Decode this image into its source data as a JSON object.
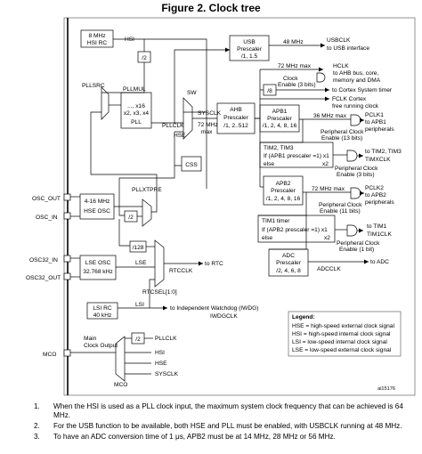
{
  "title": "Figure 2. Clock tree",
  "labels": {
    "hsi_rc_1": "8 MHz",
    "hsi_rc_2": "HSI RC",
    "hsi": "HSI",
    "div2_top": "/2",
    "usb_presc_1": "USB",
    "usb_presc_2": "Prescaler",
    "usb_presc_3": "/1, 1.5",
    "mhz48": "48 MHz",
    "usbclk": "USBCLK",
    "usb_iface": "to USB interface",
    "mhz72max_top": "72 MHz max",
    "hclk_1": "HCLK",
    "hclk_2": "to AHB bus, core,",
    "hclk_3": "memory and DMA",
    "clock_enable_3": "Clock",
    "clock_enable_3b": "Enable (3 bits)",
    "div8": "/8",
    "systimer": "to Cortex System timer",
    "fclk_1": "FCLK Cortex",
    "fclk_2": "free running clock",
    "pllsrc": "PLLSRC",
    "pllmul_1": "PLLMUL",
    "pllmul_2": "..., x16",
    "pllmul_3": "x2, x3, x4",
    "pllmul_4": "PLL",
    "sw": "SW",
    "sysclk": "SYSCLK",
    "pllclk": "PLLCLK",
    "hse": "HSE",
    "mhz72max_mid": "72 MHz",
    "max": "max",
    "ahb_1": "AHB",
    "ahb_2": "Prescaler",
    "ahb_3": "/1, 2..512",
    "apb1_1": "APB1",
    "apb1_2": "Prescaler",
    "apb1_3": "/1, 2, 4, 8, 16",
    "mhz36max": "36 MHz max",
    "pclk1_1": "PCLK1",
    "pclk1_2": "to APB1",
    "pclk1_3": "peripherals",
    "periph_en_13_1": "Peripheral Clock",
    "periph_en_13_2": "Enable (13 bits)",
    "tim23_1": "TIM2, TIM3",
    "tim23_2": "If (APB1 prescaler =1) x1",
    "tim23_3": "else",
    "tim23_x2": "x2",
    "tim23_out_1": "to TIM2, TIM3",
    "tim23_out_2": "TIMXCLK",
    "periph_en_3_1": "Peripheral Clock",
    "periph_en_3_2": "Enable (3 bits)",
    "css": "CSS",
    "osc_out": "OSC_OUT",
    "osc_in": "OSC_IN",
    "hse_osc_1": "4-16 MHz",
    "hse_osc_2": "HSE OSC",
    "pllxtpre": "PLLXTPRE",
    "div2_mid": "/2",
    "apb2_1": "APB2",
    "apb2_2": "Prescaler",
    "apb2_3": "/1, 2, 4, 8, 16",
    "mhz72max_apb2": "72 MHz max",
    "pclk2_1": "PCLK2",
    "pclk2_2": "to APB2",
    "pclk2_3": "peripherals",
    "periph_en_11_1": "Peripheral Clock",
    "periph_en_11_2": "Enable (11 bits)",
    "tim1_1": "TIM1 timer",
    "tim1_2": "If (APB2 prescaler =1) x1",
    "tim1_3": "else",
    "tim1_x2": "x2",
    "tim1_out_1": "to TIM1",
    "tim1_out_2": "TIM1CLK",
    "periph_en_1_1": "Peripheral Clock",
    "periph_en_1_2": "Enable (1 bit)",
    "adc_1": "ADC",
    "adc_2": "Prescaler",
    "adc_3": "/2, 4, 6, 8",
    "to_adc": "to ADC",
    "adcclk": "ADCCLK",
    "div128": "/128",
    "osc32_in": "OSC32_IN",
    "osc32_out": "OSC32_OUT",
    "lse_osc_1": "LSE OSC",
    "lse_osc_2": "32.768 kHz",
    "lse": "LSE",
    "to_rtc": "to RTC",
    "rtcclk": "RTCCLK",
    "rtcsel": "RTCSEL[1:0]",
    "lsi_rc_1": "LSI RC",
    "lsi_rc_2": "40 kHz",
    "lsi": "LSI",
    "iwdg": "to Independent Watchdog (IWDG)",
    "iwdgclk": "IWDGCLK",
    "mco_clk_1": "Main",
    "mco_clk_2": "Clock Output",
    "div2_mco": "/2",
    "mco_pllclk": "PLLCLK",
    "mco_hsi": "HSI",
    "mco_hse": "HSE",
    "mco_sysclk": "SYSCLK",
    "mco_pin": "MCO",
    "mco_mux": "MCO",
    "legend_title": "Legend:",
    "legend_1": "HSE = high-speed external clock signal",
    "legend_2": "HSI = high-speed internal clock signal",
    "legend_3": "LSI = low-speed internal clock signal",
    "legend_4": "LSE = low-speed external clock signal",
    "ref": "ai15176"
  },
  "notes": [
    {
      "num": "1.",
      "text": "When the HSI is used as a PLL clock input, the maximum system clock frequency that can be achieved is 64 MHz."
    },
    {
      "num": "2.",
      "text": "For the USB function to be available, both HSE and PLL must be enabled, with USBCLK running at 48 MHz."
    },
    {
      "num": "3.",
      "text": "To have an ADC conversion time of 1 μs, APB2 must be at 14 MHz, 28 MHz or 56 MHz."
    }
  ]
}
